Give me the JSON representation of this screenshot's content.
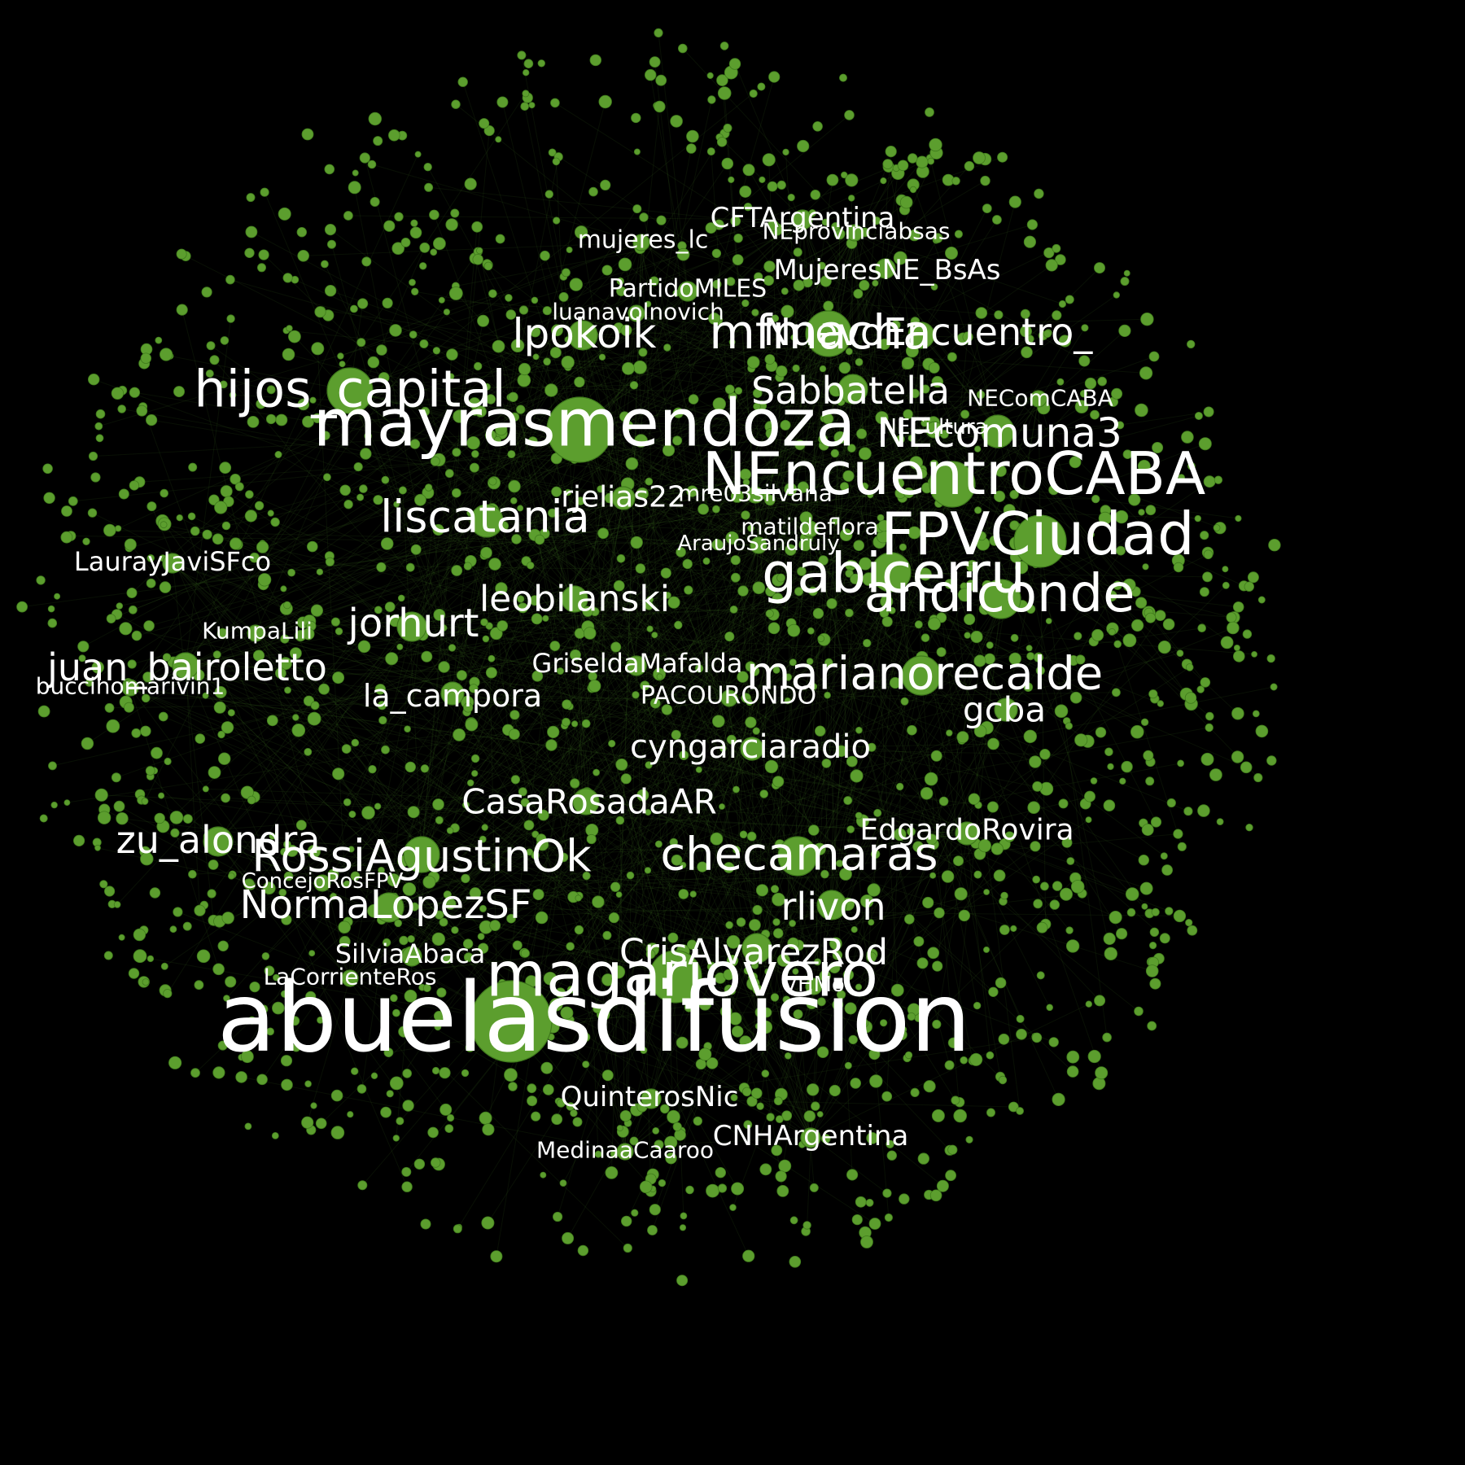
{
  "colors": {
    "background": "#000000",
    "node": "#5c9e2e",
    "node_stroke": "#3f7a1c",
    "edge": "#5c9e2e",
    "label": "#ffffff"
  },
  "nodes": [
    {
      "label": "abuelasdifusion"
    },
    {
      "label": "mayrasmendoza"
    },
    {
      "label": "NEncuentroCABA"
    },
    {
      "label": "FPVCiudad"
    },
    {
      "label": "magarjovero"
    },
    {
      "label": "gabicerru"
    },
    {
      "label": "mfmacha"
    },
    {
      "label": "hijos_capital"
    },
    {
      "label": "andiconde"
    },
    {
      "label": "marianorecalde"
    },
    {
      "label": "NEcomuna3"
    },
    {
      "label": "RossiAgustinOk"
    },
    {
      "label": "checamaras"
    },
    {
      "label": "liscatania"
    },
    {
      "label": "NuevoEncuentro_"
    },
    {
      "label": "Sabbatella"
    },
    {
      "label": "lpokoik"
    },
    {
      "label": "NormaLopezSF"
    },
    {
      "label": "jorhurt"
    },
    {
      "label": "CrisAlvarezRod"
    },
    {
      "label": "juan_bairoletto"
    },
    {
      "label": "zu_alondra"
    },
    {
      "label": "rlivon"
    },
    {
      "label": "leobilanski"
    },
    {
      "label": "CasaRosadaAR"
    },
    {
      "label": "cyngarciaradio"
    },
    {
      "label": "gcba"
    },
    {
      "label": "la_campora"
    },
    {
      "label": "EdgardoRovira"
    },
    {
      "label": "CFTArgentina"
    },
    {
      "label": "MujeresNE_BsAs"
    },
    {
      "label": "rjelias22"
    },
    {
      "label": "CNHArgentina"
    },
    {
      "label": "QuinterosNic"
    },
    {
      "label": "SilviaAbaca"
    },
    {
      "label": "PartidoMILES"
    },
    {
      "label": "GriseldaMafalda"
    },
    {
      "label": "mujeres_lc"
    },
    {
      "label": "LaurayJaviSFco"
    },
    {
      "label": "NEComCABA"
    },
    {
      "label": "matildeflora"
    },
    {
      "label": "luanavolnovich"
    },
    {
      "label": "NEprovinciabsas"
    },
    {
      "label": "PACOURONDO"
    },
    {
      "label": "MedinaaCaaroo"
    },
    {
      "label": "AraujoSandruly"
    },
    {
      "label": "LaCorrienteRos"
    },
    {
      "label": "KumpaLili"
    },
    {
      "label": "ConcejoRosFPV"
    },
    {
      "label": "NECultura"
    },
    {
      "label": "mre03silvana"
    },
    {
      "label": "buccihomarivin1"
    },
    {
      "label": "VHMo"
    }
  ]
}
